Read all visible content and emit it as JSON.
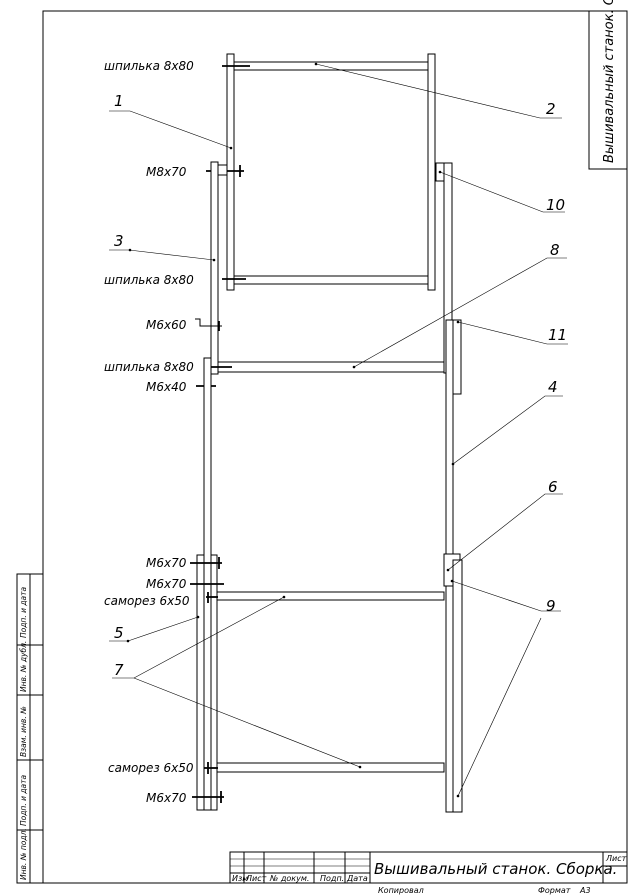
{
  "sheet": {
    "title_vertical": "Вышивальный станок. Сборка",
    "title_block": {
      "title": "Вышивальный станок. Сборка.",
      "sheet_label": "Лист",
      "copied_label": "Копировал",
      "format_label": "Формат",
      "format_value": "А3",
      "headers": [
        "Изм",
        "Лист",
        "№ докум.",
        "Подп.",
        "Дата"
      ]
    },
    "side_stamp": [
      "Подп. и дата",
      "Инв. № дубл.",
      "Взам. инв. №",
      "Подп. и дата",
      "Инв. № подл."
    ]
  },
  "callouts": {
    "fasteners": [
      "шпилька 8х80",
      "М8х70",
      "шпилька 8х80",
      "М6х60",
      "шпилька 8х80",
      "М6х40",
      "М6х70",
      "М6х70",
      "саморез 6х50",
      "саморез 6х50",
      "М6х70"
    ],
    "positions": [
      "1",
      "2",
      "10",
      "3",
      "8",
      "11",
      "4",
      "6",
      "5",
      "9",
      "7"
    ]
  }
}
